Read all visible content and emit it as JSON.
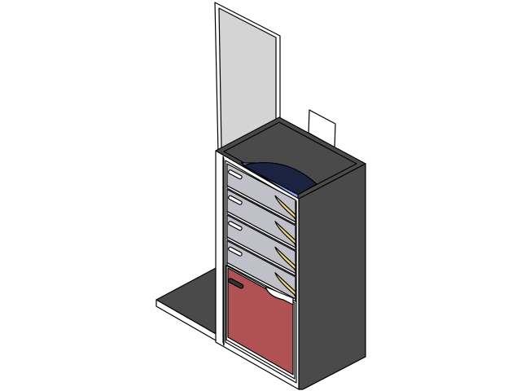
{
  "scene": {
    "subject": "cabinet-with-drawers",
    "drawer_count": 4,
    "lid_state": "open",
    "colors": {
      "background": "#ffffff",
      "body": "#4a4a4a",
      "frame": "#ffffff",
      "lid_panel": "#d4d4d4",
      "drawer_front": "#c0c0c8",
      "drawer_cutout": "#f3d27a",
      "door": "#b05254",
      "tray_light": "#8fa8f0",
      "tray_dark": "#1c2340",
      "outline": "#000000"
    }
  }
}
